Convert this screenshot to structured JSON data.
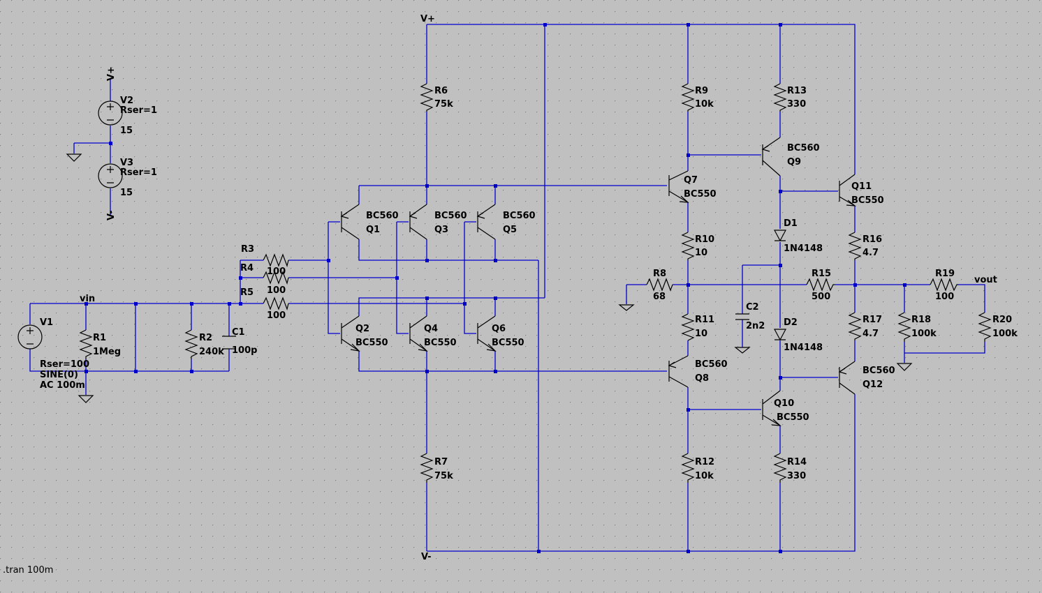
{
  "nets": {
    "vplus": "V+",
    "vminus": "V-",
    "vin": "vin",
    "vout": "vout"
  },
  "directive": ".tran 100m",
  "sources": {
    "V1": {
      "name": "V1",
      "rser": "Rser=100",
      "wave": "SINE(0)",
      "ac": "AC 100m"
    },
    "V2": {
      "name": "V2",
      "rser": "Rser=1",
      "value": "15"
    },
    "V3": {
      "name": "V3",
      "rser": "Rser=1",
      "value": "15"
    }
  },
  "resistors": {
    "R1": {
      "name": "R1",
      "value": "1Meg"
    },
    "R2": {
      "name": "R2",
      "value": "240k"
    },
    "R3": {
      "name": "R3",
      "value": "100"
    },
    "R4": {
      "name": "R4",
      "value": "100"
    },
    "R5": {
      "name": "R5",
      "value": "100"
    },
    "R6": {
      "name": "R6",
      "value": "75k"
    },
    "R7": {
      "name": "R7",
      "value": "75k"
    },
    "R8": {
      "name": "R8",
      "value": "68"
    },
    "R9": {
      "name": "R9",
      "value": "10k"
    },
    "R10": {
      "name": "R10",
      "value": "10"
    },
    "R11": {
      "name": "R11",
      "value": "10"
    },
    "R12": {
      "name": "R12",
      "value": "10k"
    },
    "R13": {
      "name": "R13",
      "value": "330"
    },
    "R14": {
      "name": "R14",
      "value": "330"
    },
    "R15": {
      "name": "R15",
      "value": "500"
    },
    "R16": {
      "name": "R16",
      "value": "4.7"
    },
    "R17": {
      "name": "R17",
      "value": "4.7"
    },
    "R18": {
      "name": "R18",
      "value": "100k"
    },
    "R19": {
      "name": "R19",
      "value": "100"
    },
    "R20": {
      "name": "R20",
      "value": "100k"
    }
  },
  "capacitors": {
    "C1": {
      "name": "C1",
      "value": "100p"
    },
    "C2": {
      "name": "C2",
      "value": "2n2"
    }
  },
  "transistors": {
    "Q1": {
      "name": "Q1",
      "model": "BC560"
    },
    "Q2": {
      "name": "Q2",
      "model": "BC550"
    },
    "Q3": {
      "name": "Q3",
      "model": "BC560"
    },
    "Q4": {
      "name": "Q4",
      "model": "BC550"
    },
    "Q5": {
      "name": "Q5",
      "model": "BC560"
    },
    "Q6": {
      "name": "Q6",
      "model": "BC550"
    },
    "Q7": {
      "name": "Q7",
      "model": "BC550"
    },
    "Q8": {
      "name": "Q8",
      "model": "BC560"
    },
    "Q9": {
      "name": "Q9",
      "model": "BC560"
    },
    "Q10": {
      "name": "Q10",
      "model": "BC550"
    },
    "Q11": {
      "name": "Q11",
      "model": "BC550"
    },
    "Q12": {
      "name": "Q12",
      "model": "BC560"
    }
  },
  "diodes": {
    "D1": {
      "name": "D1",
      "model": "1N4148"
    },
    "D2": {
      "name": "D2",
      "model": "1N4148"
    }
  },
  "colors": {
    "background": "#c0c0c0",
    "wire": "#0000cc",
    "component": "#000000",
    "grid": "#808080"
  }
}
